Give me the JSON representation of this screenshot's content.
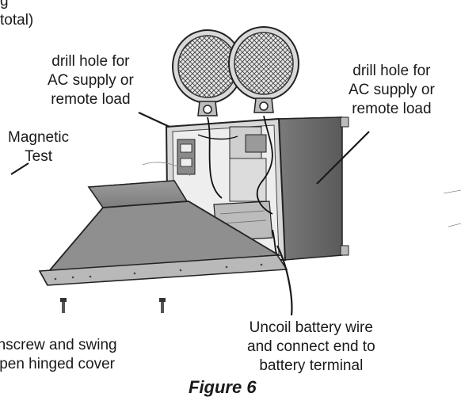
{
  "callouts": {
    "top_left_fragment": [
      "g",
      "total)"
    ],
    "drill_hole_left": [
      "drill hole for",
      "AC supply or",
      "remote load"
    ],
    "drill_hole_right": [
      "drill hole for",
      "AC supply or",
      "remote load"
    ],
    "magnetic_test": [
      "Magnetic",
      "Test"
    ],
    "unscrew_cover": [
      "unscrew and swing",
      "open hinged cover"
    ],
    "battery_wire": [
      "Uncoil battery wire",
      "and connect end to",
      "battery terminal"
    ]
  },
  "figure_caption": "Figure 6",
  "colors": {
    "enclosure_dark": "#6e6e6e",
    "enclosure_mid": "#9a9a9a",
    "enclosure_light": "#c9c9c9",
    "line": "#1a1a1a"
  }
}
